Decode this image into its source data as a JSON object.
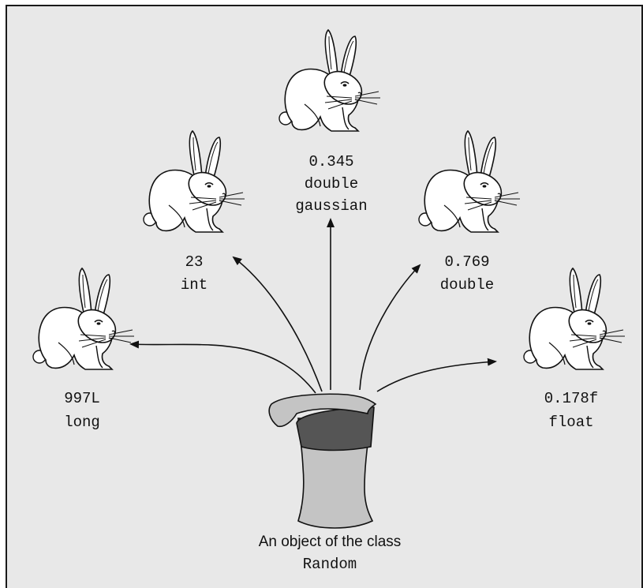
{
  "colors": {
    "background": "#e8e8e8",
    "border": "#1a1a1a",
    "hat_light": "#c4c4c4",
    "hat_band": "#555555",
    "rabbit_fill": "#ffffff",
    "stroke": "#111111"
  },
  "rabbits": [
    {
      "id": "long",
      "value": "997L",
      "type": "long"
    },
    {
      "id": "int",
      "value": "23",
      "type": "int"
    },
    {
      "id": "gaussian",
      "value": "0.345",
      "type": "double",
      "extra": "gaussian"
    },
    {
      "id": "double",
      "value": "0.769",
      "type": "double"
    },
    {
      "id": "float",
      "value": "0.178f",
      "type": "float"
    }
  ],
  "hat": {
    "caption": "An object of the class",
    "class_name": "Random"
  }
}
